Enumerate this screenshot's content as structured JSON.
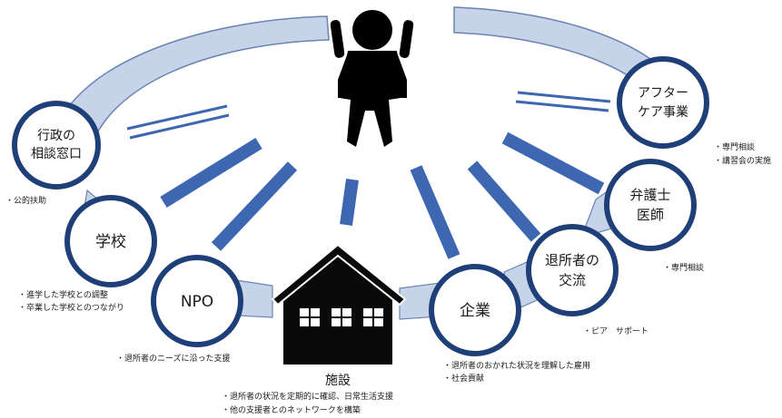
{
  "center_label": "施設",
  "center_notes": [
    "・退所者の状況を定期的に確認、日常生活支援",
    "・他の支援者とのネットワークを構築"
  ],
  "nodes": [
    {
      "label_lines": [
        "行政の",
        "相談窓口"
      ],
      "notes": [
        "・公的扶助"
      ]
    },
    {
      "label_lines": [
        "学校"
      ],
      "notes": [
        "・進学した学校との調整",
        "・卒業した学校とのつながり"
      ]
    },
    {
      "label_lines": [
        "NPO"
      ],
      "notes": [
        "・退所者のニーズに沿った支援"
      ]
    },
    {
      "label_lines": [
        "企業"
      ],
      "notes": [
        "・退所者のおかれた状況を理解した雇用",
        "・社会貢献"
      ]
    },
    {
      "label_lines": [
        "退所者の",
        "交流"
      ],
      "notes": [
        "・ピア　サポート"
      ]
    },
    {
      "label_lines": [
        "弁護士",
        "医師"
      ],
      "notes": [
        "・専門相談"
      ]
    },
    {
      "label_lines": [
        "アフター",
        "ケア事業"
      ],
      "notes": [
        "・専門相談",
        "・講習会の実施"
      ]
    }
  ],
  "colors": {
    "ring_fill": "#c7d3e8",
    "ring_stroke": "#6b84b4",
    "ray": "#3d67b1",
    "node_border": "#1f3f78",
    "node_fill": "#ffffff",
    "figure": "#000000",
    "house": "#0a0a0a"
  },
  "icons": [
    "person-figure-icon",
    "house-icon"
  ]
}
